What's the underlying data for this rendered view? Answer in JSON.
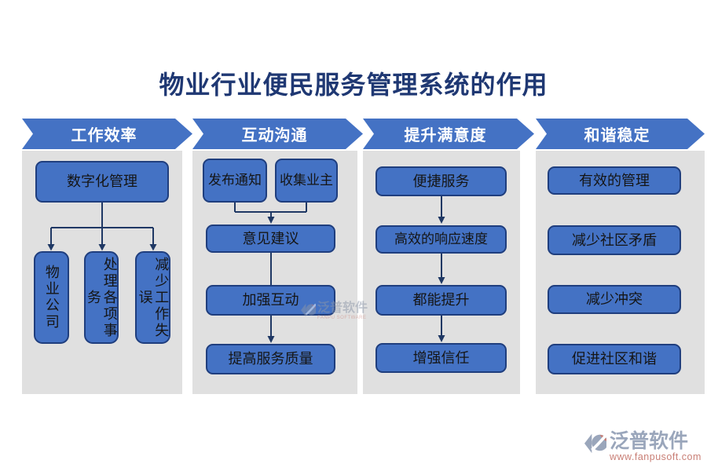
{
  "title": "物业行业便民服务管理系统的作用",
  "columns": [
    {
      "header": "工作效率",
      "boxes": [
        "数字化管理",
        "物业公司",
        "处理各项事务",
        "减少工作失误"
      ]
    },
    {
      "header": "互动沟通",
      "boxes": [
        "发布通知",
        "收集业主",
        "意见建议",
        "加强互动",
        "提高服务质量"
      ]
    },
    {
      "header": "提升满意度",
      "boxes": [
        "便捷服务",
        "高效的响应速度",
        "都能提升",
        "增强信任"
      ]
    },
    {
      "header": "和谐稳定",
      "boxes": [
        "有效的管理",
        "减少社区矛盾",
        "减少冲突",
        "促进社区和谐"
      ]
    }
  ],
  "watermark": {
    "brand": "泛普软件",
    "caption": "FANPU SOFTWARE"
  },
  "logo": {
    "brand": "泛普软件",
    "website": "www.fanpusoft.com"
  },
  "colors": {
    "banner_blue": "#4472C4",
    "box_blue": "#4472C4",
    "box_border": "#1F3E7E",
    "connector_navy": "#1F3864",
    "panel_gray": "#E0E0E0",
    "title_navy": "#1F3873",
    "logo_gray_blue": "#9AA6BB",
    "logo_salmon": "#C97F76"
  }
}
